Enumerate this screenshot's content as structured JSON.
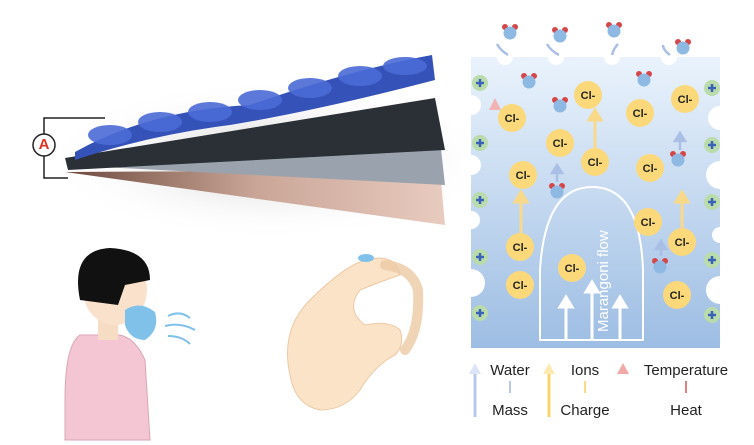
{
  "device": {
    "ammeter_label": "A"
  },
  "panel": {
    "ion_label": "Cl-",
    "flow_label": "Marangoni flow"
  },
  "legend": [
    {
      "top": "Water",
      "bottom": "Mass",
      "color": "#9db7e0"
    },
    {
      "top": "Ions",
      "bottom": "Charge",
      "color": "#f5cf5a"
    },
    {
      "top": "Temperature",
      "bottom": "Heat",
      "color": "#d9545a"
    }
  ],
  "colors": {
    "panel_top": "#eaf3fc",
    "panel_bottom": "#9dbde3",
    "ion_fill": "#fbd97a",
    "cation_fill": "#b9dcaa",
    "cation_sign": "#3a62b8",
    "water": "#8db9e3",
    "hydrogen": "#d64646"
  }
}
